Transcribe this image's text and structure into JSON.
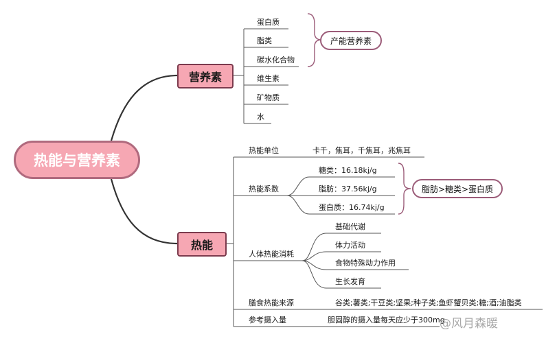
{
  "root": {
    "label": "热能与营养素"
  },
  "nutrients": {
    "label": "营养素",
    "items": [
      "蛋白质",
      "脂类",
      "碳水化合物",
      "维生素",
      "矿物质",
      "水"
    ],
    "group_label": "产能营养素"
  },
  "energy": {
    "label": "热能",
    "unit": {
      "label": "热能单位",
      "value": "卡千，焦耳，千焦耳，兆焦耳"
    },
    "coefficient": {
      "label": "热能系数",
      "items": [
        "糖类：16.18kj/g",
        "脂肪：37.56kj/g",
        "蛋白质：16.74kj/g"
      ],
      "summary": "脂肪>糖类>蛋白质"
    },
    "consumption": {
      "label": "人体热能消耗",
      "items": [
        "基础代谢",
        "体力活动",
        "食物特殊动力作用",
        "生长发育"
      ]
    },
    "sources": {
      "label": "膳食热能来源",
      "value": "谷类;薯类;干豆类;坚果;种子类;鱼虾蟹贝类;糖;酒;油脂类"
    },
    "reference": {
      "label": "参考摄入量",
      "value": "胆固醇的摄入量每天应少于300mg"
    }
  },
  "watermark": "@风月森暖",
  "colors": {
    "node_fill": "#f6a7b3",
    "root_border": "#b06a7e",
    "branch_border": "#7b3a4d",
    "connector": "#333333",
    "leaf_line": "#555555"
  }
}
